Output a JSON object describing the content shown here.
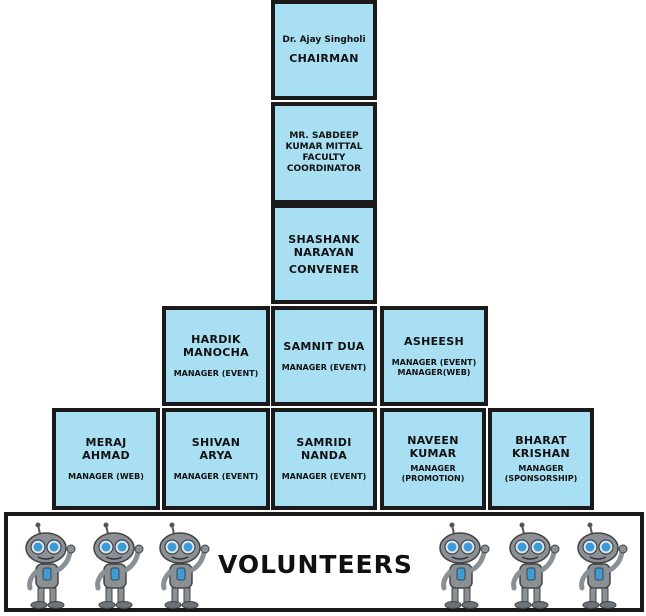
{
  "colors": {
    "box_fill": "#a9dff2",
    "border": "#1a1a1a",
    "robot_body": "#8a9196",
    "robot_eye": "#3d9bd8"
  },
  "boxes": {
    "chairman": {
      "name": "Dr. Ajay Singholi",
      "role": "CHAIRMAN"
    },
    "faculty": {
      "line1": "MR. SABDEEP",
      "line2": "KUMAR MITTAL",
      "line3": "FACULTY",
      "line4": "COORDINATOR"
    },
    "convener": {
      "line1": "SHASHANK",
      "line2": "NARAYAN",
      "role": "CONVENER"
    },
    "hardik": {
      "line1": "HARDIK",
      "line2": "MANOCHA",
      "role": "MANAGER (EVENT)"
    },
    "samnit": {
      "line1": "SAMNIT DUA",
      "role": "MANAGER (EVENT)"
    },
    "asheesh": {
      "line1": "ASHEESH",
      "role1": "MANAGER (EVENT)",
      "role2": "MANAGER(WEB)"
    },
    "meraj": {
      "line1": "MERAJ",
      "line2": "AHMAD",
      "role": "MANAGER (WEB)"
    },
    "shivan": {
      "line1": "SHIVAN",
      "line2": "ARYA",
      "role": "MANAGER (EVENT)"
    },
    "samridi": {
      "line1": "SAMRIDI",
      "line2": "NANDA",
      "role": "MANAGER (EVENT)"
    },
    "naveen": {
      "line1": "NAVEEN",
      "line2": "KUMAR",
      "role1": "MANAGER",
      "role2": "(PROMOTION)"
    },
    "bharat": {
      "line1": "BHARAT",
      "line2": "KRISHAN",
      "role1": "MANAGER",
      "role2": "(SPONSORSHIP)"
    }
  },
  "volunteers": {
    "label": "VOLUNTEERS",
    "robot_icon": "robot-icon"
  }
}
